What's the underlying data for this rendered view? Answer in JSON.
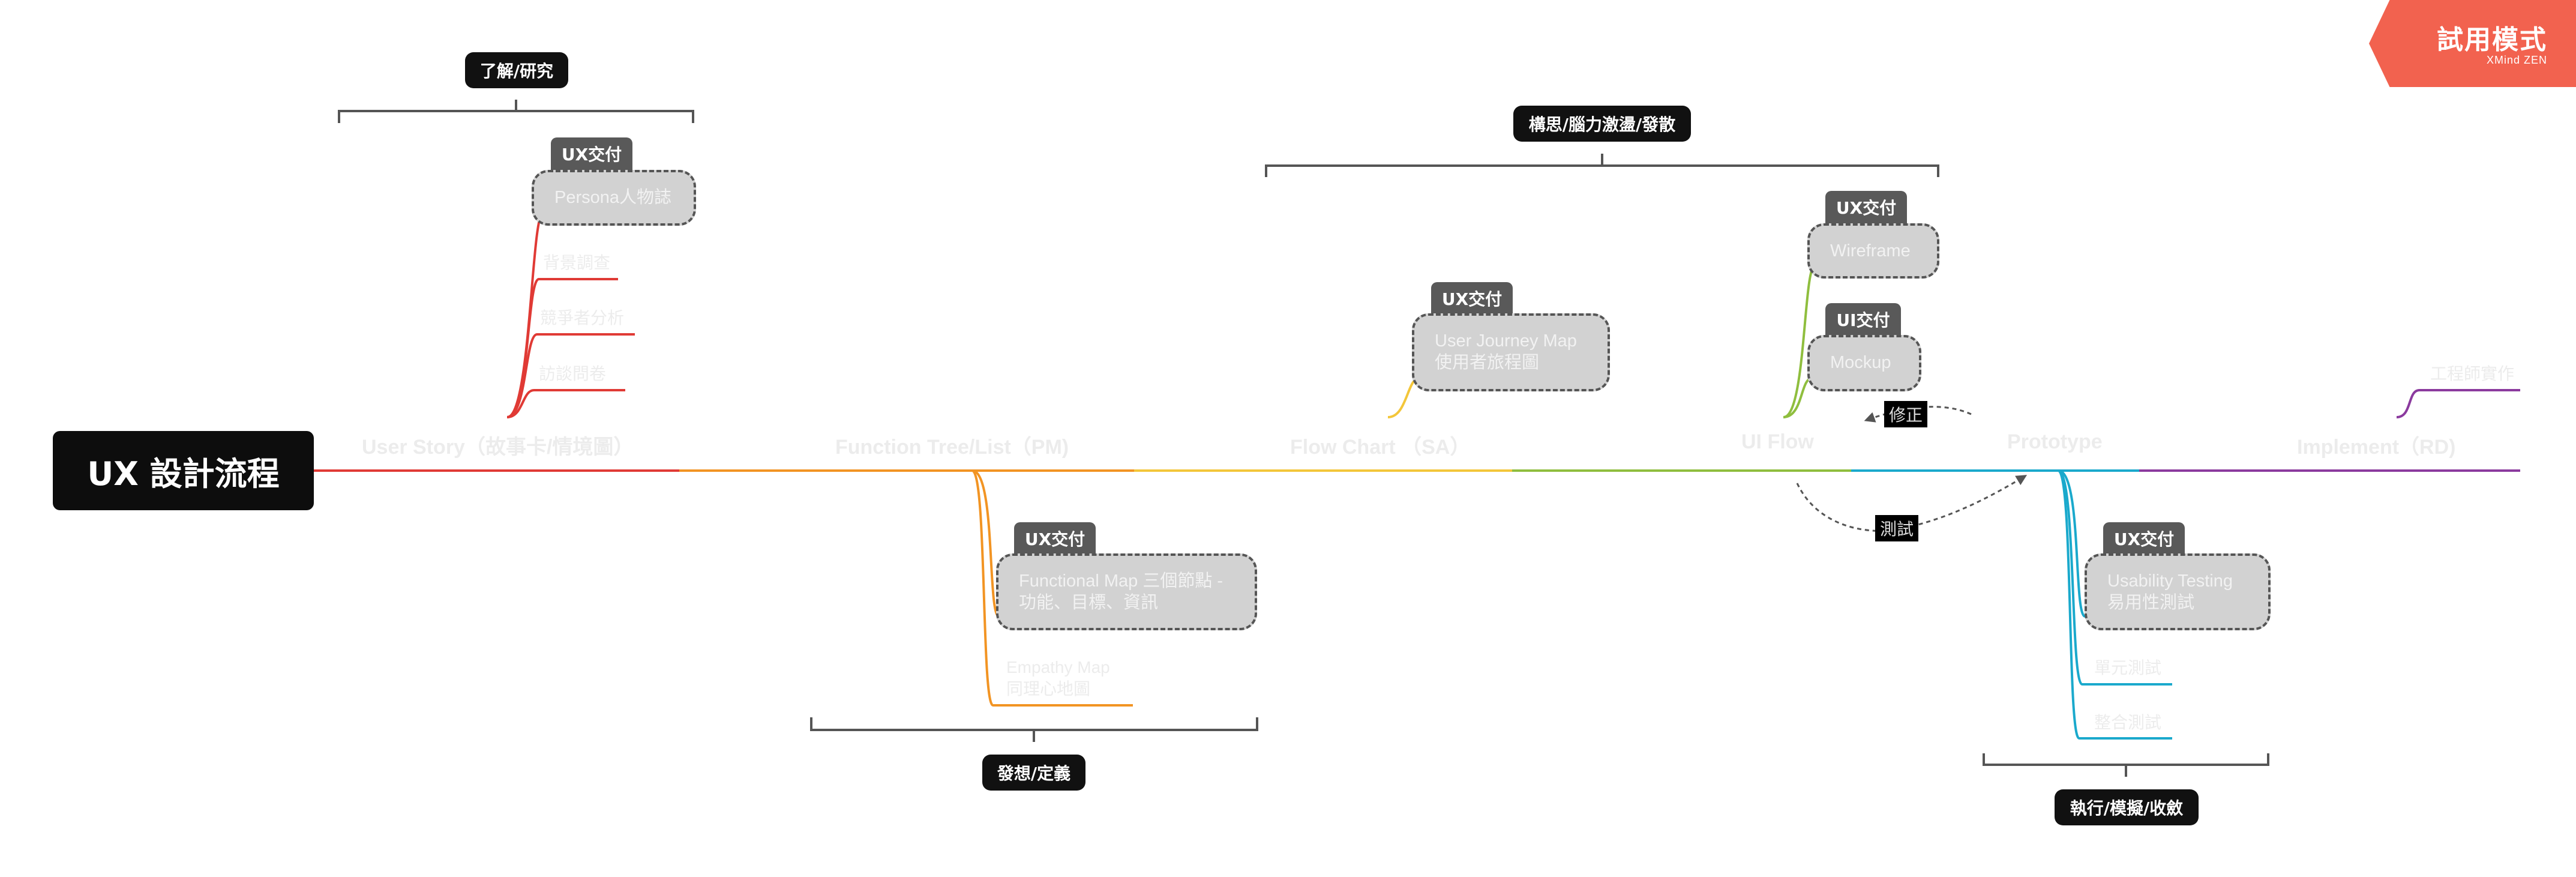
{
  "root": {
    "title": "UX 設計流程"
  },
  "stages": [
    {
      "id": "user-story",
      "label": "User Story（故事卡/情境圖）",
      "color": "#e03a35"
    },
    {
      "id": "function-tree",
      "label": "Function Tree/List（PM)",
      "color": "#f29423"
    },
    {
      "id": "flow-chart",
      "label": "Flow Chart （SA）",
      "color": "#f3c63a"
    },
    {
      "id": "ui-flow",
      "label": "UI Flow",
      "color": "#8fbe3e"
    },
    {
      "id": "prototype",
      "label": "Prototype",
      "color": "#1aa9cc"
    },
    {
      "id": "implement",
      "label": "Implement（RD)",
      "color": "#8b3a9e"
    }
  ],
  "phases": [
    {
      "id": "understand",
      "label": "了解/研究"
    },
    {
      "id": "ideate",
      "label": "發想/定義"
    },
    {
      "id": "brainstorm",
      "label": "構思/腦力激盪/發散"
    },
    {
      "id": "execute",
      "label": "執行/模擬/收斂"
    }
  ],
  "deliverable_tags": {
    "ux": "UX交付",
    "ui": "UI交付"
  },
  "boxes": {
    "persona": "Persona人物誌",
    "functional_map": [
      "Functional Map 三個節點 -",
      "功能、目標、資訊"
    ],
    "journey_map": [
      "User Journey Map",
      "使用者旅程圖"
    ],
    "wireframe": "Wireframe",
    "mockup": "Mockup",
    "usability": [
      "Usability Testing",
      "易用性測試"
    ]
  },
  "leaves": {
    "user_story": [
      "背景調查",
      "競爭者分析",
      "訪談問卷"
    ],
    "empathy": [
      "Empathy Map",
      "同理心地圖"
    ],
    "prototype": [
      "單元測試",
      "整合測試"
    ],
    "implement": "工程師實作"
  },
  "notes": {
    "fix": "修正",
    "test": "測試"
  },
  "trial": {
    "title": "試用模式",
    "brand": "XMind ZEN"
  }
}
